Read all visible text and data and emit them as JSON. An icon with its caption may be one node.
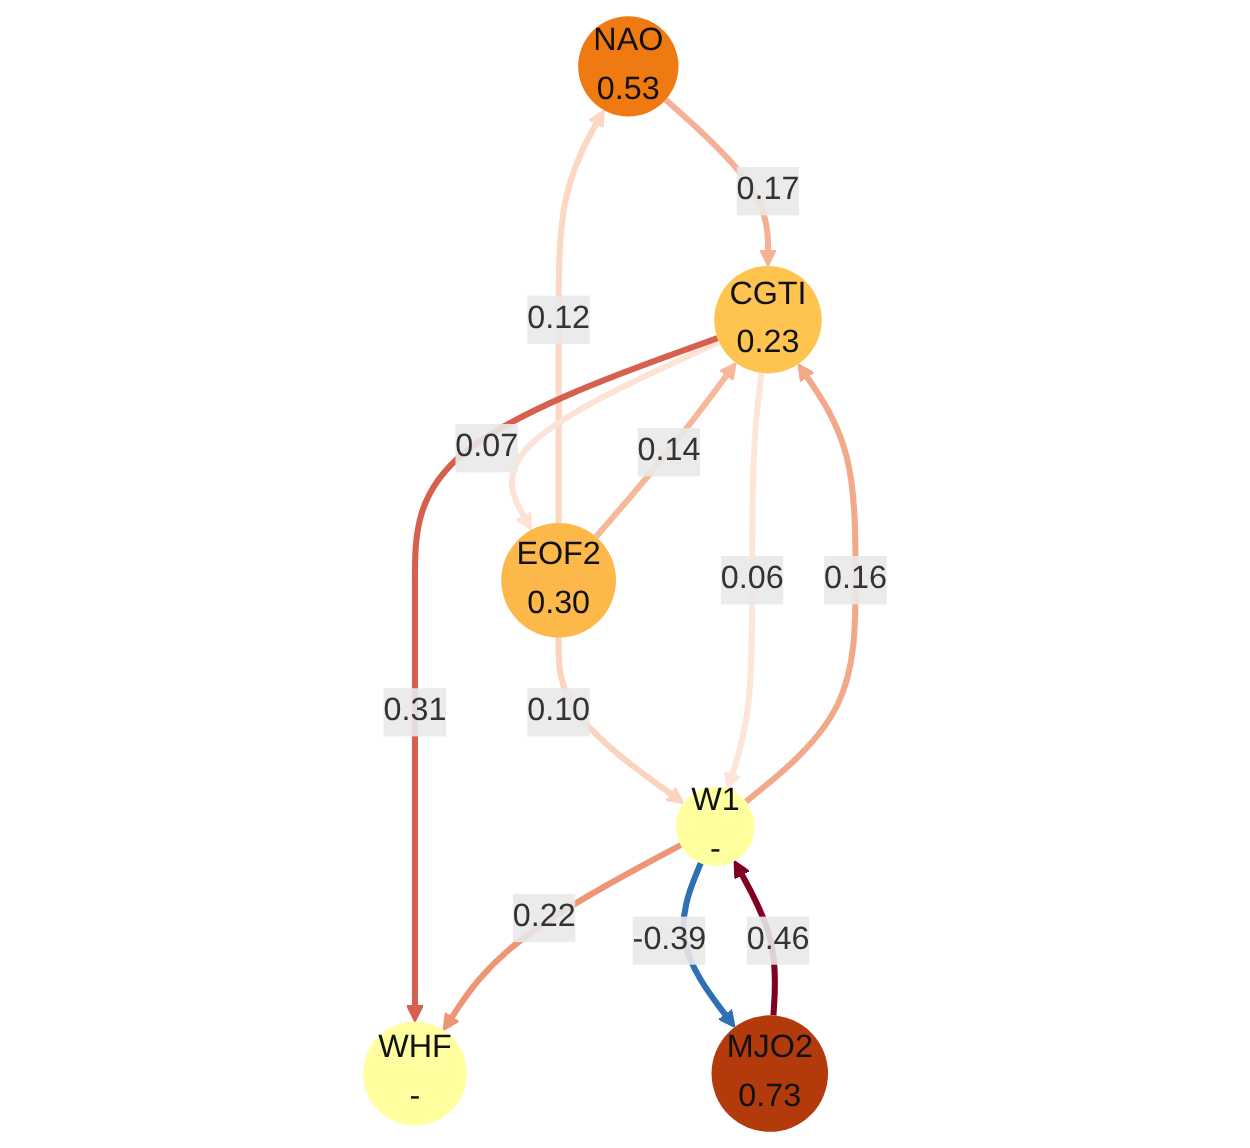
{
  "diagram": {
    "nodes": [
      {
        "text": [
          "NAO",
          "0.53"
        ]
      },
      {
        "text": [
          "EOF2",
          "0.30"
        ]
      },
      {
        "text": [
          "CGTI",
          "0.23"
        ]
      },
      {
        "text": [
          "WHF",
          "-"
        ]
      },
      {
        "text": [
          "W1",
          "-"
        ]
      },
      {
        "text": [
          "MJO2",
          "0.73"
        ]
      }
    ],
    "edges": [
      {
        "from": 1,
        "to": 0,
        "arrow": "to",
        "label": "0.12",
        "color": "#fcd7c2"
      },
      {
        "from": 0,
        "to": 2,
        "arrow": "to",
        "label": "0.17",
        "color": "#f4b196"
      },
      {
        "from": 1,
        "to": 2,
        "arrow": "to",
        "label": "0.14",
        "color": "#f6b89a"
      },
      {
        "from": 2,
        "to": 1,
        "arrow": "to",
        "label": "0.07",
        "color": "#fde3d5"
      },
      {
        "from": 1,
        "to": 4,
        "arrow": "to",
        "label": "0.10",
        "color": "#fcd3bf"
      },
      {
        "from": 2,
        "to": 3,
        "arrow": "to",
        "label": "0.31",
        "color": "#d6604d"
      },
      {
        "from": 4,
        "to": 2,
        "arrow": "to",
        "label": "0.16",
        "color": "#f1a98a"
      },
      {
        "from": 2,
        "to": 4,
        "arrow": "to",
        "label": "0.06",
        "color": "#fde5d8"
      },
      {
        "from": 4,
        "to": 3,
        "arrow": "to",
        "label": "0.22",
        "color": "#ee9575"
      },
      {
        "from": 5,
        "to": 4,
        "arrow": "to",
        "label": "0.46",
        "color": "#7f0020"
      },
      {
        "from": 4,
        "to": 5,
        "arrow": "to",
        "label": "-0.39",
        "color": "#2f70b4"
      }
    ]
  }
}
